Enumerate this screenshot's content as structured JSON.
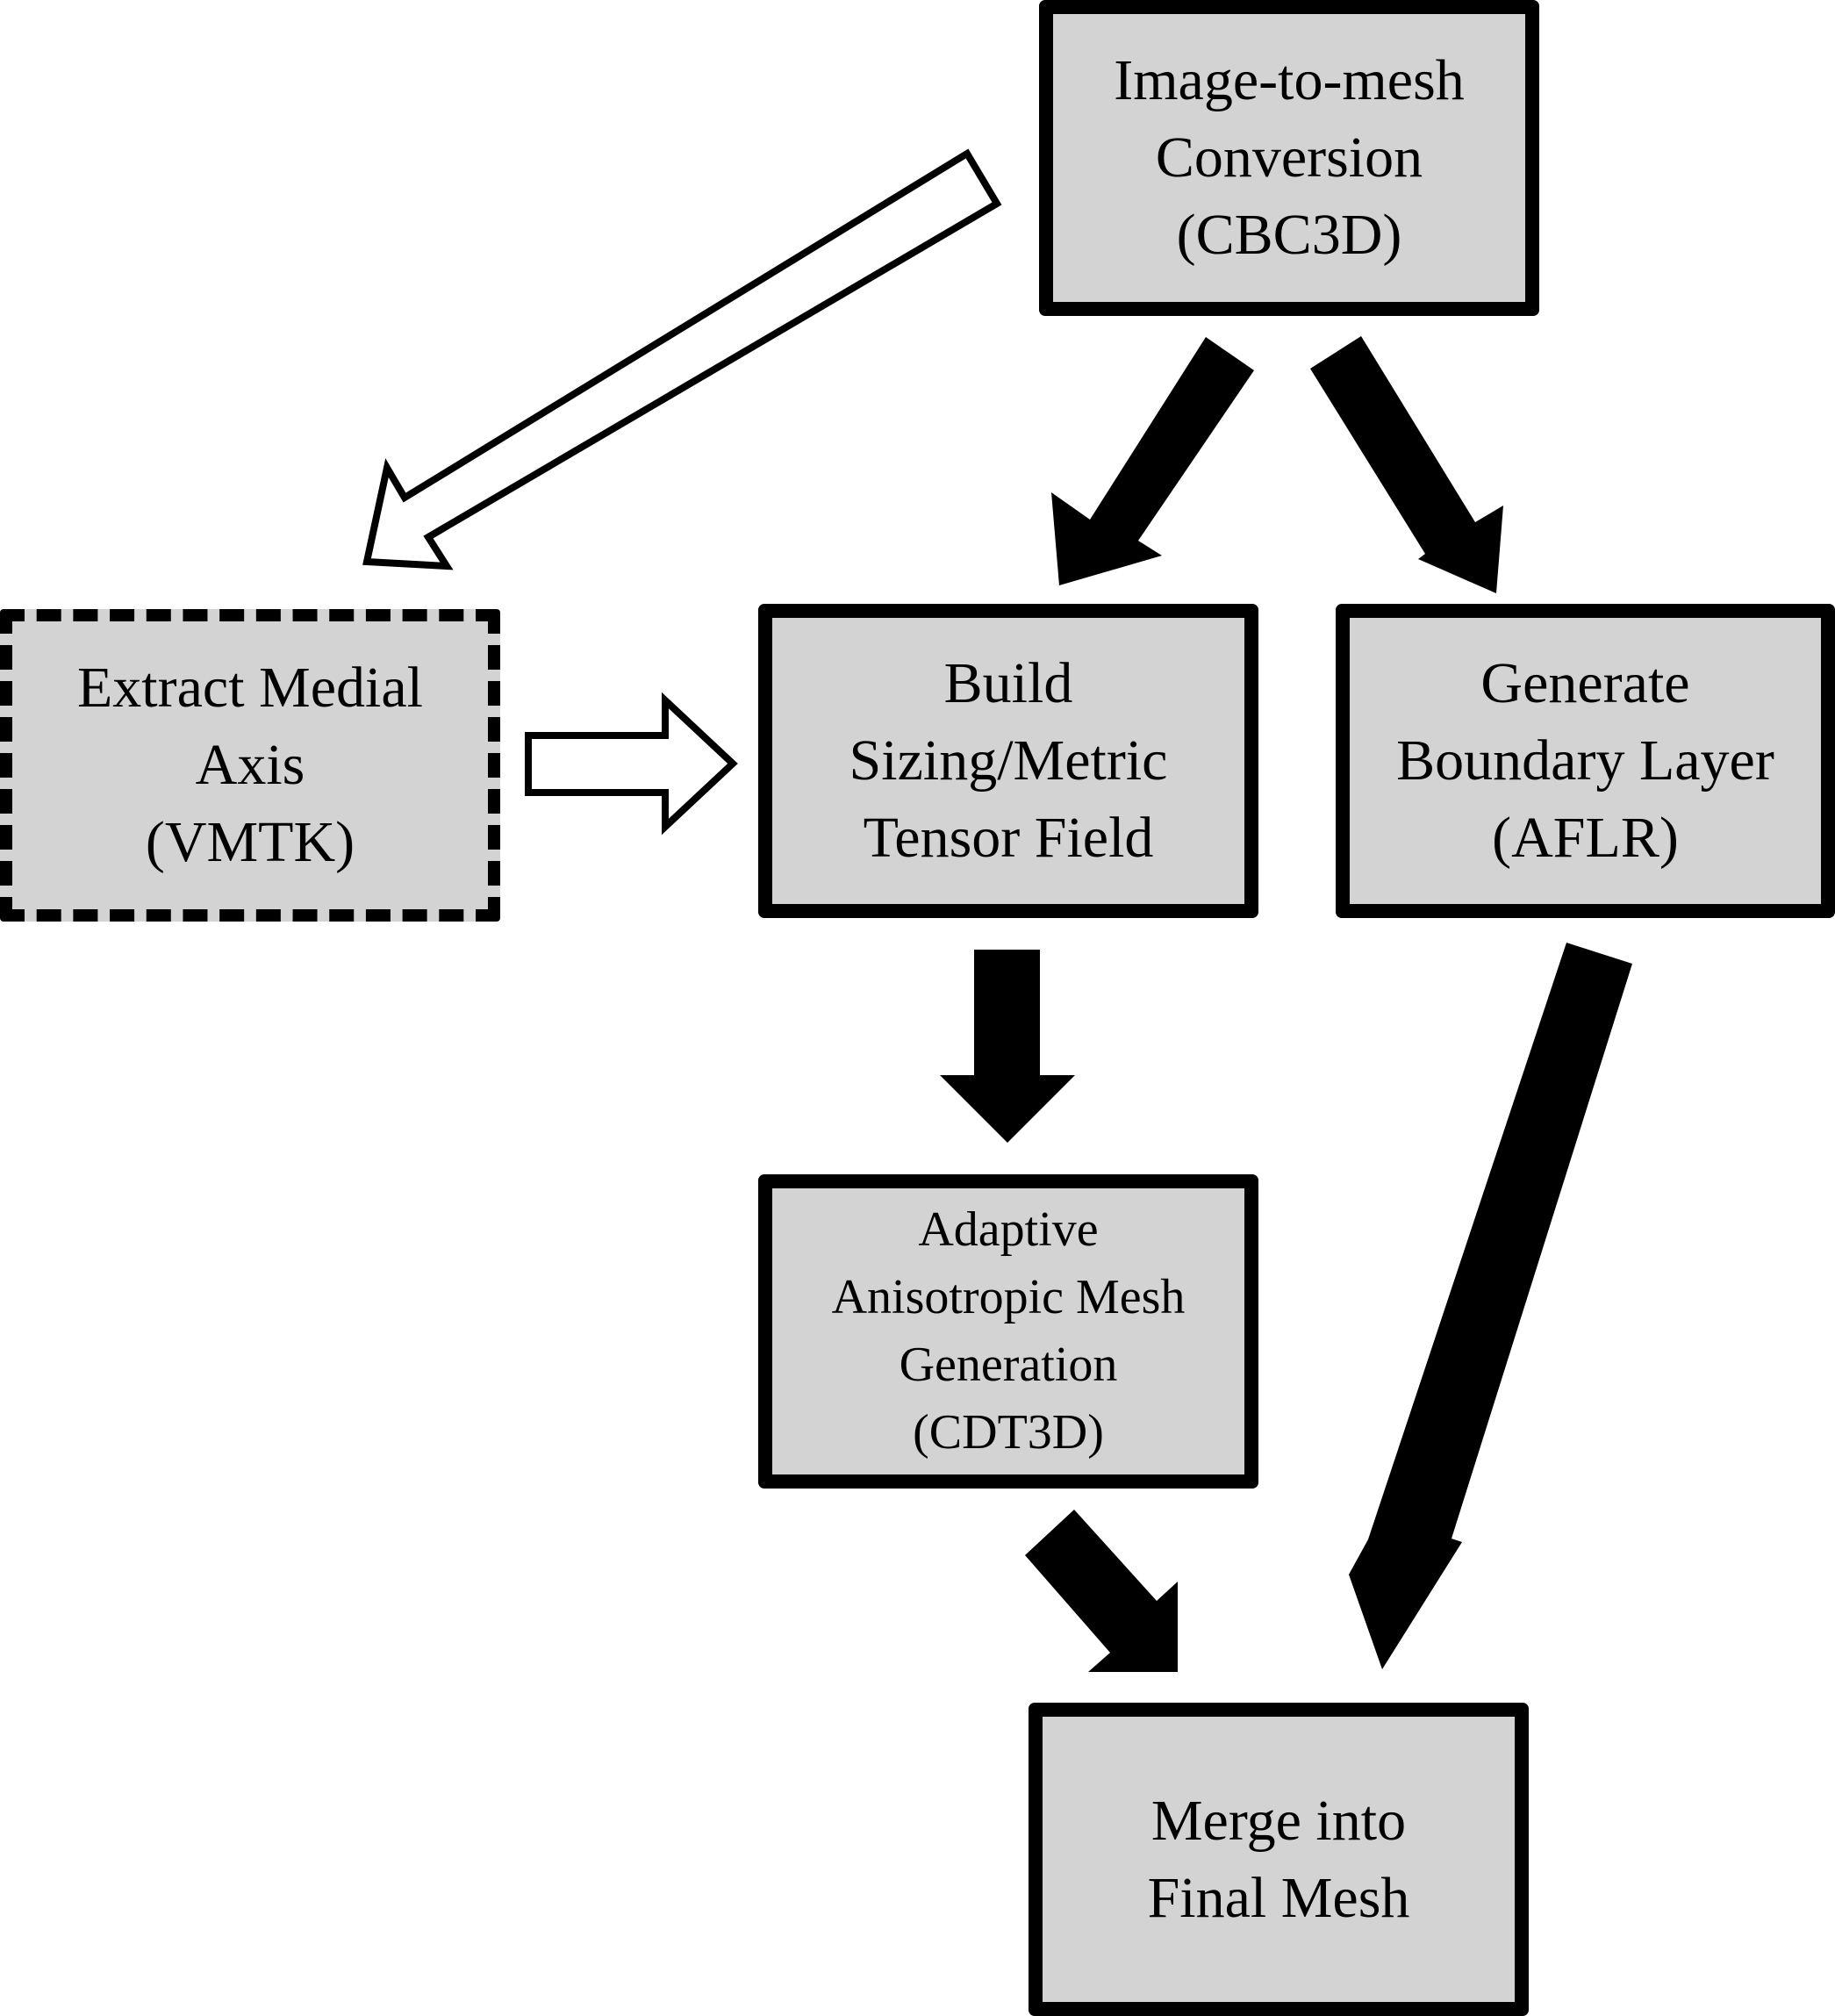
{
  "colors": {
    "box_fill": "#d3d3d3",
    "border": "#000000",
    "arrow_filled": "#000000",
    "arrow_hollow_fill": "#ffffff",
    "background": "#ffffff"
  },
  "nodes": {
    "cbc3d": {
      "lines": [
        "Image-to-mesh",
        "Conversion",
        "(CBC3D)"
      ],
      "border": "solid"
    },
    "vmtk": {
      "lines": [
        "Extract Medial",
        "Axis",
        "(VMTK)"
      ],
      "border": "dashed"
    },
    "sizing": {
      "lines": [
        "Build",
        "Sizing/Metric",
        "Tensor Field"
      ],
      "border": "solid"
    },
    "aflr": {
      "lines": [
        "Generate",
        "Boundary Layer",
        "(AFLR)"
      ],
      "border": "solid"
    },
    "cdt3d": {
      "lines": [
        "Adaptive",
        "Anisotropic Mesh",
        "Generation",
        "(CDT3D)"
      ],
      "border": "solid"
    },
    "merge": {
      "lines": [
        "Merge into",
        "Final Mesh"
      ],
      "border": "solid"
    }
  },
  "edges": [
    {
      "from": "cbc3d",
      "to": "vmtk",
      "style": "hollow"
    },
    {
      "from": "vmtk",
      "to": "sizing",
      "style": "hollow"
    },
    {
      "from": "cbc3d",
      "to": "sizing",
      "style": "filled"
    },
    {
      "from": "cbc3d",
      "to": "aflr",
      "style": "filled"
    },
    {
      "from": "sizing",
      "to": "cdt3d",
      "style": "filled"
    },
    {
      "from": "cdt3d",
      "to": "merge",
      "style": "filled"
    },
    {
      "from": "aflr",
      "to": "merge",
      "style": "filled"
    }
  ]
}
